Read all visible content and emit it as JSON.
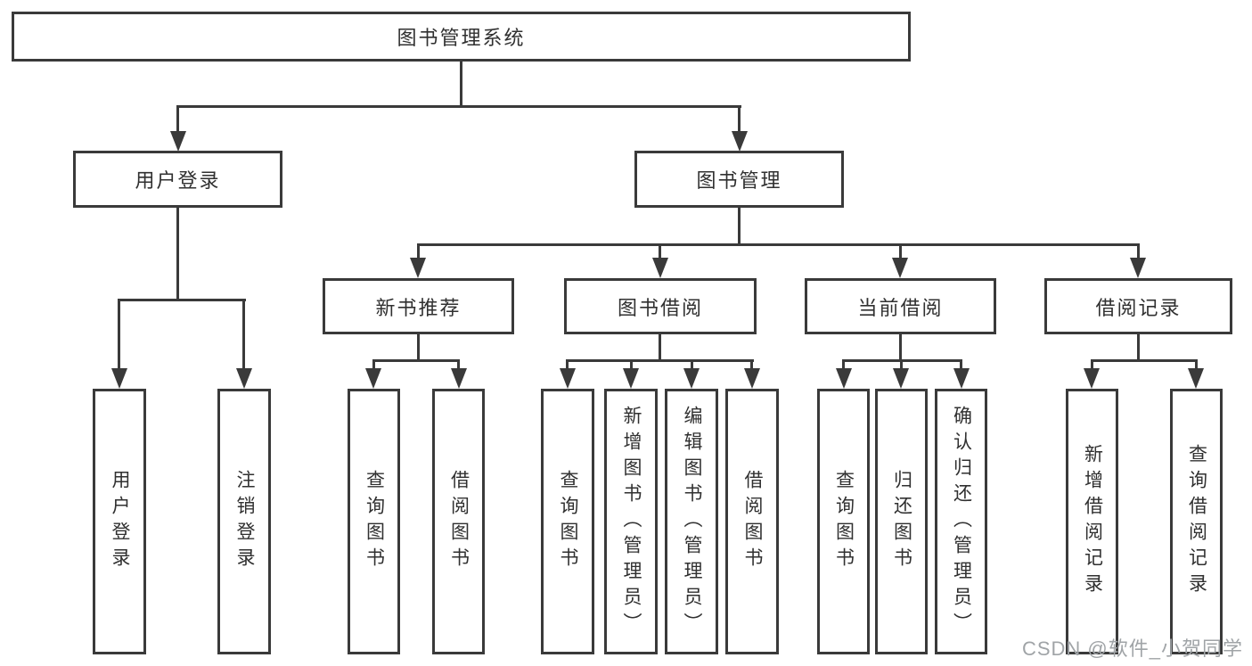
{
  "colors": {
    "background": "#ffffff",
    "line": "#3a3a3a",
    "text": "#303030",
    "watermark": "#a0a4a7"
  },
  "tree": {
    "label": "图书管理系统",
    "children": [
      {
        "label": "用户登录",
        "children": [
          {
            "label": "用户登录"
          },
          {
            "label": "注销登录"
          }
        ]
      },
      {
        "label": "图书管理",
        "children": [
          {
            "label": "新书推荐",
            "children": [
              {
                "label": "查询图书"
              },
              {
                "label": "借阅图书"
              }
            ]
          },
          {
            "label": "图书借阅",
            "children": [
              {
                "label": "查询图书"
              },
              {
                "label": "新增图书（管理员）"
              },
              {
                "label": "编辑图书（管理员）"
              },
              {
                "label": "借阅图书"
              }
            ]
          },
          {
            "label": "当前借阅",
            "children": [
              {
                "label": "查询图书"
              },
              {
                "label": "归还图书"
              },
              {
                "label": "确认归还（管理员）"
              }
            ]
          },
          {
            "label": "借阅记录",
            "children": [
              {
                "label": "新增借阅记录"
              },
              {
                "label": "查询借阅记录"
              }
            ]
          }
        ]
      }
    ]
  },
  "watermark": {
    "text": "CSDN @软件_小贺同学"
  }
}
